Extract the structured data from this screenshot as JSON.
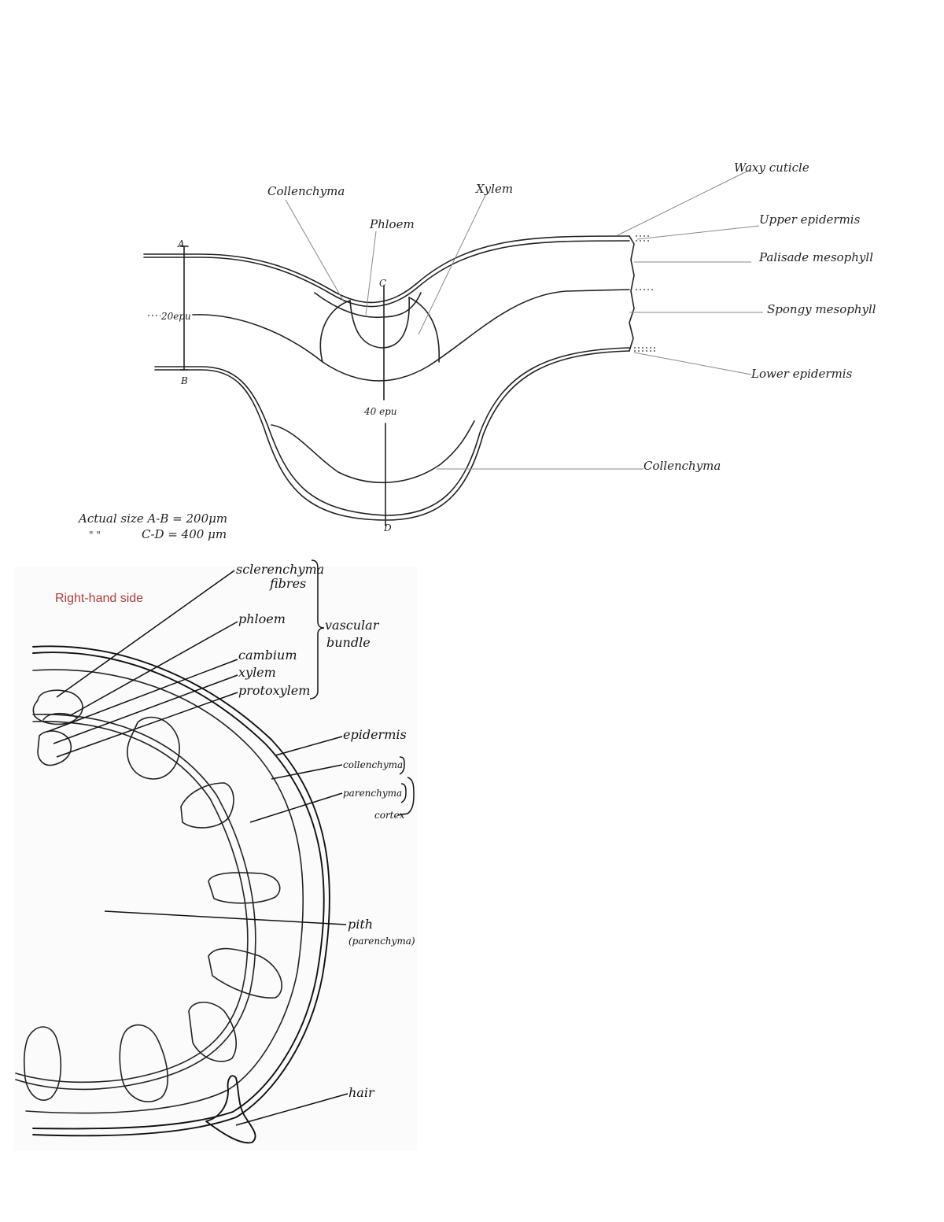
{
  "top_diagram": {
    "labels": {
      "waxy_cuticle": "Waxy cuticle",
      "collenchyma_top": "Collenchyma",
      "xylem": "Xylem",
      "phloem": "Phloem",
      "upper_epidermis": "Upper epidermis",
      "palisade_mesophyll": "Palisade mesophyll",
      "spongy_mesophyll": "Spongy mesophyll",
      "lower_epidermis": "Lower epidermis",
      "collenchyma_bottom": "Collenchyma",
      "point_a": "A",
      "point_b": "B",
      "point_c": "C",
      "point_d": "D",
      "scale_ab": "20epu",
      "scale_cd": "40 epu"
    },
    "actual_size": {
      "line1": "Actual size  A-B  = 200μm",
      "line2": "C-D  = 400 μm",
      "ditto": "\"      \""
    }
  },
  "bottom_diagram": {
    "caption": "Right-hand side",
    "labels": {
      "sclerenchyma_1": "sclerenchyma",
      "sclerenchyma_2": "fibres",
      "phloem": "phloem",
      "vascular_1": "vascular",
      "vascular_2": "bundle",
      "cambium": "cambium",
      "xylem": "xylem",
      "protoxylem": "protoxylem",
      "epidermis": "epidermis",
      "collenchyma": "collenchyma",
      "parenchyma": "parenchyma",
      "cortex": "cortex",
      "pith_1": "pith",
      "pith_2": "(parenchyma)",
      "hair": "hair"
    }
  }
}
